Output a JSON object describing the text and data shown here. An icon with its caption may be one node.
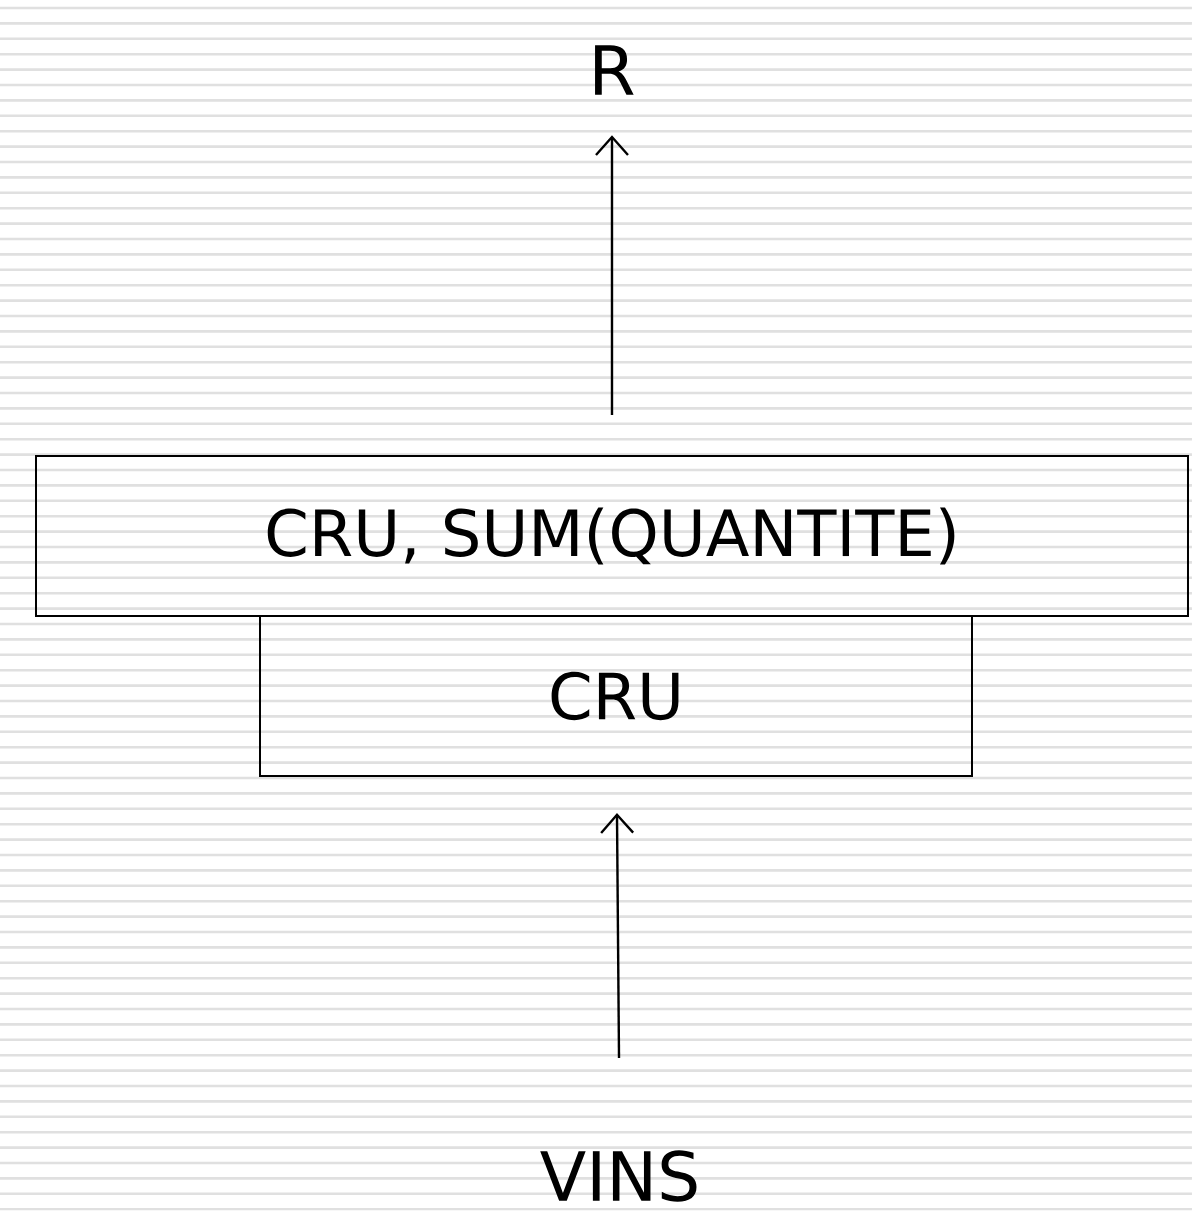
{
  "diagram": {
    "nodes": [
      {
        "text": [
          "R"
        ]
      },
      {
        "text": [
          "CRU, SUM(QUANTITE)"
        ]
      },
      {
        "text": [
          "CRU"
        ]
      },
      {
        "text": [
          "VINS"
        ]
      }
    ],
    "edges": [
      {
        "from": 1,
        "to": 0,
        "arrow": "to"
      },
      {
        "from": 3,
        "to": 2,
        "arrow": "to"
      }
    ]
  }
}
